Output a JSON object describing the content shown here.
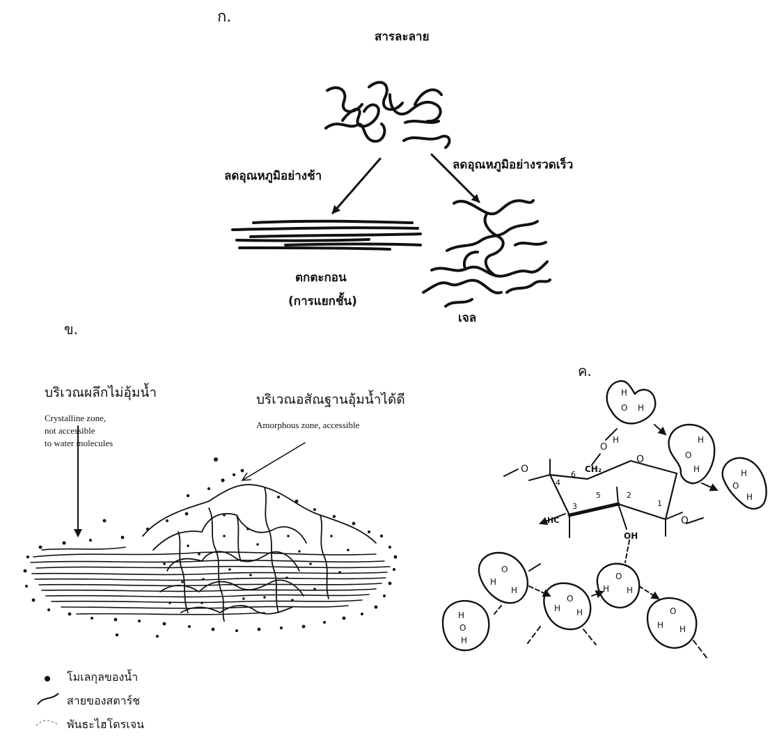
{
  "panel_a": {
    "marker": "ก.",
    "solution_label": "สารละลาย",
    "slow_cool_label": "ลดอุณหภูมิอย่างช้า",
    "fast_cool_label": "ลดอุณหภูมิอย่างรวดเร็ว",
    "precipitate_label": "ตกตะกอน",
    "precipitate_sub": "(การแยกชั้น)",
    "gel_label": "เจล"
  },
  "panel_b": {
    "marker": "ข.",
    "crystalline_th": "บริเวณผลึกไม่อุ้มน้ำ",
    "crystalline_en_1": "Crystalline zone,",
    "crystalline_en_2": "not accessible",
    "crystalline_en_3": "to water molecules",
    "amorphous_th": "บริเวณอสัณฐานอุ้มน้ำได้ดี",
    "amorphous_en": "Amorphous zone, accessible",
    "legend": [
      {
        "text": "โมเลกุลของน้ำ"
      },
      {
        "text": "สายของสตาร์ช"
      },
      {
        "text": "พันธะไฮโดรเจน"
      }
    ]
  },
  "panel_c": {
    "marker": "ค.",
    "atoms": {
      "h": "H",
      "o": "O",
      "ch2": "CH₂",
      "hc": "HC",
      "oh": "OH"
    },
    "ring_numbers": [
      "1",
      "2",
      "3",
      "4",
      "5",
      "6"
    ]
  }
}
